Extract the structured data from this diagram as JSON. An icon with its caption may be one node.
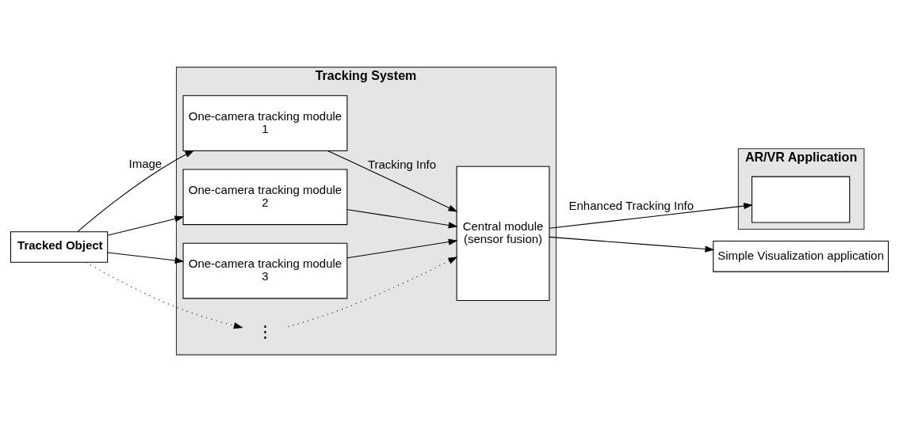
{
  "diagram": {
    "nodes": [
      {
        "text": [
          "Tracked Object"
        ]
      },
      {
        "text": [
          "Tracking System"
        ]
      },
      {
        "text": [
          "One-camera tracking module",
          "1"
        ],
        "in": 1
      },
      {
        "text": [
          "One-camera tracking module",
          "2"
        ],
        "in": 1
      },
      {
        "text": [
          "One-camera tracking module",
          "3"
        ],
        "in": 1
      },
      {
        "text": [
          "⋮"
        ],
        "in": 1
      },
      {
        "text": [
          "Central module",
          "(sensor fusion)"
        ],
        "in": 1
      },
      {
        "text": [
          "AR/VR Application"
        ]
      },
      {
        "text": [],
        "shape": "box",
        "in": 7
      },
      {
        "text": [
          "Simple Visualization application"
        ]
      }
    ],
    "edges": [
      {
        "from": 0,
        "to": 2,
        "arrow": "to",
        "label": "Image"
      },
      {
        "from": 0,
        "to": 3,
        "arrow": "to"
      },
      {
        "from": 0,
        "to": 4,
        "arrow": "to"
      },
      {
        "from": 0,
        "to": 5,
        "arrow": "to",
        "style": "dashed"
      },
      {
        "from": 2,
        "to": 6,
        "arrow": "to",
        "label": "Tracking Info"
      },
      {
        "from": 3,
        "to": 6,
        "arrow": "to"
      },
      {
        "from": 4,
        "to": 6,
        "arrow": "to"
      },
      {
        "from": 5,
        "to": 6,
        "arrow": "to",
        "style": "dashed"
      },
      {
        "from": 6,
        "to": 8,
        "arrow": "to",
        "label": "Enhanced Tracking Info"
      },
      {
        "from": 6,
        "to": 9,
        "arrow": "to"
      }
    ]
  }
}
